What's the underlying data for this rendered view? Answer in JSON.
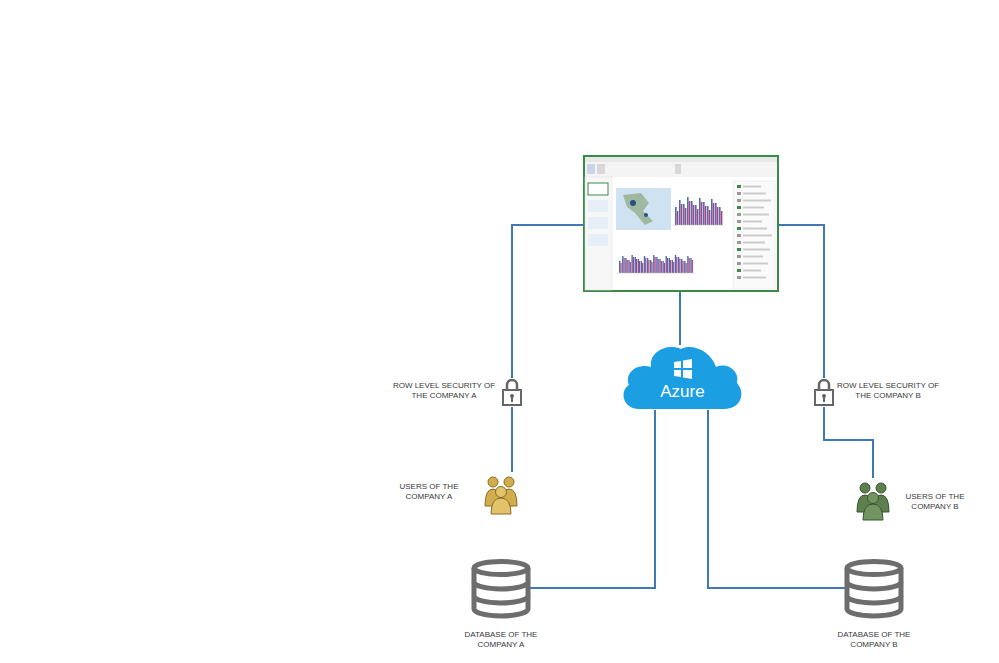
{
  "diagram": {
    "nodes": [
      {
        "text": []
      },
      {
        "text": [
          "Azure"
        ]
      },
      {
        "text": [
          "ROW LEVEL SECURITY OF THE COMPANY A"
        ]
      },
      {
        "text": [
          "ROW LEVEL SECURITY OF THE COMPANY B"
        ]
      },
      {
        "text": [
          "USERS OF THE COMPANY A"
        ]
      },
      {
        "text": [
          "USERS OF THE COMPANY B"
        ]
      },
      {
        "text": [
          "DATABASE OF THE COMPANY A"
        ]
      },
      {
        "text": [
          "DATABASE OF THE COMPANY B"
        ]
      }
    ],
    "edges": [
      {
        "from": 0,
        "to": 2,
        "arrow": "none"
      },
      {
        "from": 0,
        "to": 3,
        "arrow": "none"
      },
      {
        "from": 0,
        "to": 1,
        "arrow": "none"
      },
      {
        "from": 2,
        "to": 4,
        "arrow": "none"
      },
      {
        "from": 3,
        "to": 5,
        "arrow": "none"
      },
      {
        "from": 1,
        "to": 6,
        "arrow": "none"
      },
      {
        "from": 1,
        "to": 7,
        "arrow": "none"
      }
    ]
  }
}
